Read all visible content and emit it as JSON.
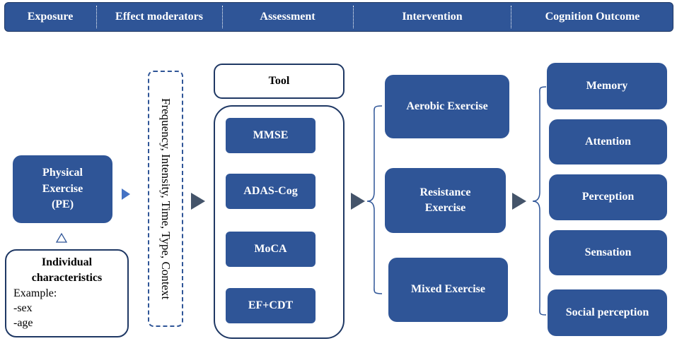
{
  "header": {
    "exposure": "Exposure",
    "moderators": "Effect moderators",
    "assessment": "Assessment",
    "intervention": "Intervention",
    "outcome": "Cognition Outcome"
  },
  "exposure": {
    "pe_box": "Physical\nExercise\n(PE)",
    "individual": {
      "title": "Individual\ncharacteristics",
      "example": "Example:",
      "items": [
        "-sex",
        "-age"
      ]
    }
  },
  "moderators": {
    "text": "Frequency, Intensity, Time, Type, Context"
  },
  "assessment": {
    "tool_label": "Tool",
    "tools": [
      "MMSE",
      "ADAS-Cog",
      "MoCA",
      "EF+CDT"
    ]
  },
  "intervention": {
    "types": [
      "Aerobic Exercise",
      "Resistance\nExercise",
      "Mixed Exercise"
    ]
  },
  "outcome": {
    "items": [
      "Memory",
      "Attention",
      "Perception",
      "Sensation",
      "Social perception"
    ]
  },
  "colors": {
    "primary": "#2f5597",
    "dark": "#1f3864",
    "arrow": "#3a4a5c"
  }
}
